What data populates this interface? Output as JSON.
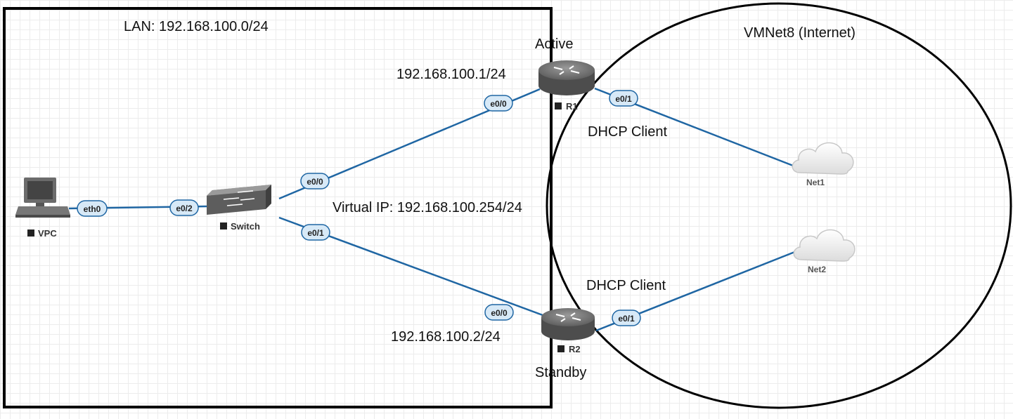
{
  "zones": {
    "lan_title": "LAN: 192.168.100.0/24",
    "internet_title": "VMNet8 (Internet)"
  },
  "nodes": {
    "vpc": "VPC",
    "switch": "Switch",
    "r1": "R1",
    "r2": "R2",
    "net1": "Net1",
    "net2": "Net2"
  },
  "interfaces": {
    "vpc_eth0": "eth0",
    "switch_e0_2": "e0/2",
    "switch_e0_0": "e0/0",
    "switch_e0_1": "e0/1",
    "r1_e0_0": "e0/0",
    "r1_e0_1": "e0/1",
    "r2_e0_0": "e0/0",
    "r2_e0_1": "e0/1"
  },
  "annotations": {
    "active": "Active",
    "standby": "Standby",
    "r1_ip": "192.168.100.1/24",
    "r2_ip": "192.168.100.2/24",
    "virtual_ip": "Virtual IP: 192.168.100.254/24",
    "dhcp_r1": "DHCP Client",
    "dhcp_r2": "DHCP Client"
  },
  "colors": {
    "link": "#1f66a3",
    "pill_fill": "#d7e9f7",
    "pill_stroke": "#1f66a3",
    "router_body": "#5b5b5b",
    "cloud": "#eeeeee"
  }
}
